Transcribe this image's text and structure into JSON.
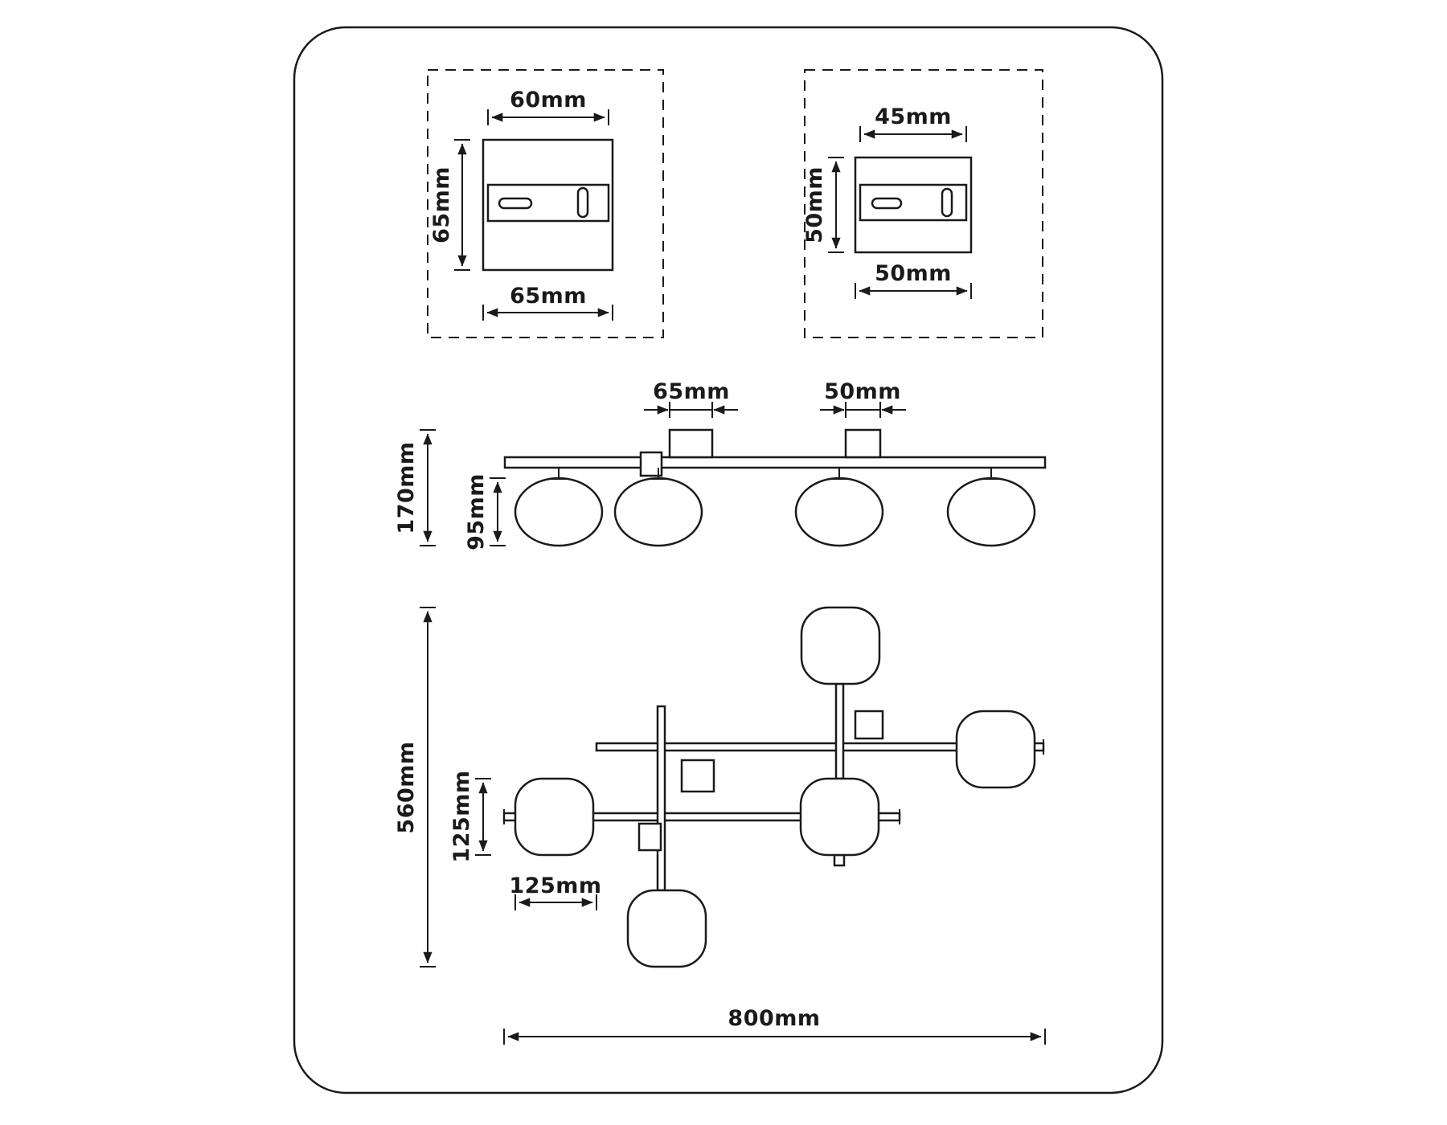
{
  "colors": {
    "line": "#1a1a1a",
    "background": "#ffffff"
  },
  "mount_plate_large": {
    "slot_width": "60mm",
    "plate_height": "65mm",
    "plate_width": "65mm"
  },
  "mount_plate_small": {
    "slot_width": "45mm",
    "plate_height": "50mm",
    "plate_width": "50mm"
  },
  "side_view": {
    "canopy_large_width": "65mm",
    "canopy_small_width": "50mm",
    "overall_height": "170mm",
    "shade_height": "95mm"
  },
  "plan_view": {
    "overall_depth": "560mm",
    "shade_size": "125mm",
    "arm_offset": "125mm",
    "overall_width": "800mm"
  }
}
